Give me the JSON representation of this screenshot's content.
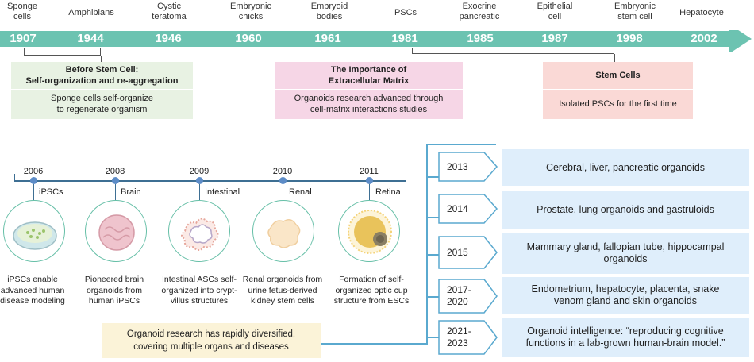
{
  "top_timeline": {
    "labels": [
      "Sponge\ncells",
      "Amphibians",
      "Cystic\nteratoma",
      "Embryonic\nchicks",
      "Embryoid\nbodies",
      "PSCs",
      "Exocrine\npancreatic",
      "Epithelial\ncell",
      "Embryonic\nstem cell",
      "Hepatocyte"
    ],
    "years": [
      "1907",
      "1944",
      "1946",
      "1960",
      "1961",
      "1981",
      "1985",
      "1987",
      "1998",
      "2002"
    ],
    "arrow_color": "#6cc3b1"
  },
  "top_boxes": [
    {
      "title": "Before Stem Cell:\nSelf-organization and re-aggregation",
      "desc": "Sponge cells self-organize\nto regenerate organism",
      "color": "#e8f2e3"
    },
    {
      "title": "The Importance of\nExtracellular Matrix",
      "desc": "Organoids research advanced through\ncell-matrix interactions studies",
      "color": "#f6d6e6"
    },
    {
      "title": "Stem Cells",
      "desc": "Isolated PSCs for the first time",
      "color": "#fad9d6"
    }
  ],
  "bottom_left": {
    "milestones": [
      {
        "year": "2006",
        "name": "iPSCs",
        "desc": "iPSCs enable\nadvanced human\ndisease modeling"
      },
      {
        "year": "2008",
        "name": "Brain",
        "desc": "Pioneered brain\norganoids from\nhuman iPSCs"
      },
      {
        "year": "2009",
        "name": "Intestinal",
        "desc": "Intestinal ASCs self-\norganized into crypt-\nvillus structures"
      },
      {
        "year": "2010",
        "name": "Renal",
        "desc": "Renal organoids from\nurine fetus-derived\nkidney stem cells"
      },
      {
        "year": "2011",
        "name": "Retina",
        "desc": "Formation of self-\norganized optic cup\nstructure from ESCs"
      }
    ],
    "note": "Organoid research has rapidly diversified,\ncovering multiple organs and diseases"
  },
  "bottom_right": {
    "items": [
      {
        "year": "2013",
        "text": "Cerebral, liver, pancreatic organoids"
      },
      {
        "year": "2014",
        "text": "Prostate, lung organoids and gastruloids"
      },
      {
        "year": "2015",
        "text": "Mammary gland, fallopian tube, hippocampal\norganoids"
      },
      {
        "year": "2017-\n2020",
        "text": "Endometrium, hepatocyte, placenta, snake\nvenom gland and skin organoids"
      },
      {
        "year": "2021-\n2023",
        "text": "Organoid intelligence: “reproducing cognitive\nfunctions in a lab-grown human-brain model.”"
      }
    ],
    "box_color": "#dfeefb",
    "line_color": "#5aa9cf"
  }
}
